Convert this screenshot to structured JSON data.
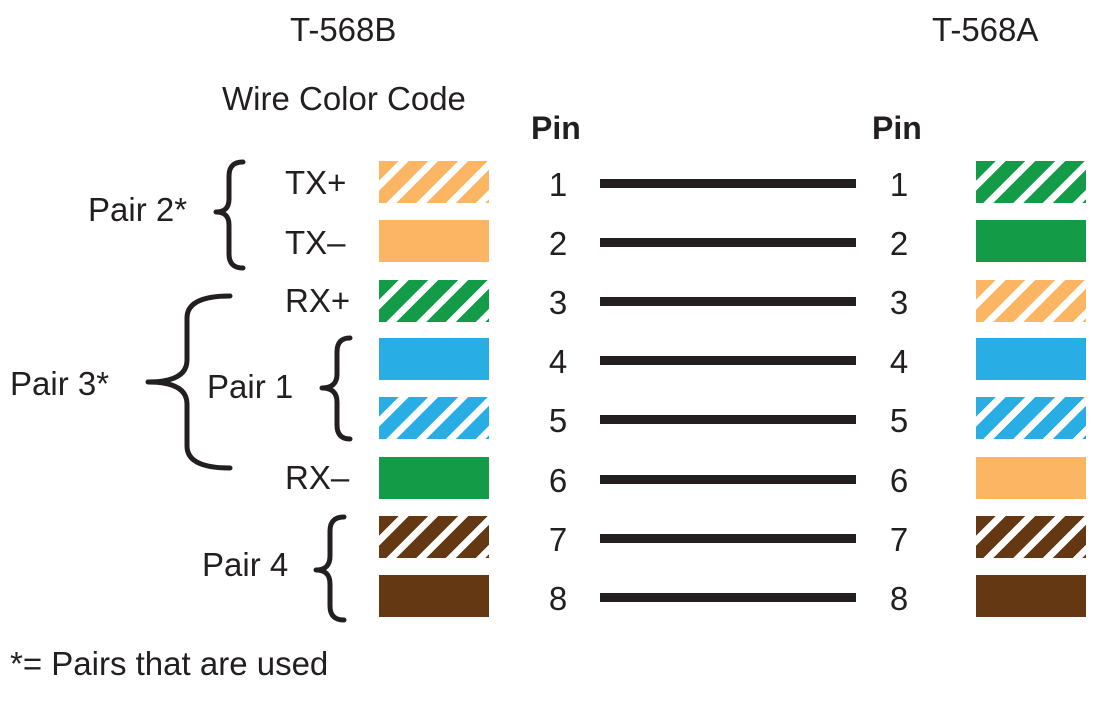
{
  "standards": {
    "left_title": "T-568B",
    "right_title": "T-568A"
  },
  "wire_color_code_label": "Wire Color Code",
  "pin_header": "Pin",
  "pins": [
    "1",
    "2",
    "3",
    "4",
    "5",
    "6",
    "7",
    "8"
  ],
  "signals": {
    "tx_plus": "TX+",
    "tx_minus": "TX–",
    "rx_plus": "RX+",
    "rx_minus": "RX–"
  },
  "pairs": {
    "pair2": "Pair 2*",
    "pair3": "Pair 3*",
    "pair1": "Pair 1",
    "pair4": "Pair 4"
  },
  "footnote": "*= Pairs that are used",
  "colors": {
    "orange": "#fbb563",
    "green": "#149b48",
    "blue": "#28aee4",
    "brown": "#643812",
    "line": "#231f20"
  },
  "t568b_wires": [
    {
      "color": "orange",
      "striped": true
    },
    {
      "color": "orange",
      "striped": false
    },
    {
      "color": "green",
      "striped": true
    },
    {
      "color": "blue",
      "striped": false
    },
    {
      "color": "blue",
      "striped": true
    },
    {
      "color": "green",
      "striped": false
    },
    {
      "color": "brown",
      "striped": true
    },
    {
      "color": "brown",
      "striped": false
    }
  ],
  "t568a_wires": [
    {
      "color": "green",
      "striped": true
    },
    {
      "color": "green",
      "striped": false
    },
    {
      "color": "orange",
      "striped": true
    },
    {
      "color": "blue",
      "striped": false
    },
    {
      "color": "blue",
      "striped": true
    },
    {
      "color": "orange",
      "striped": false
    },
    {
      "color": "brown",
      "striped": true
    },
    {
      "color": "brown",
      "striped": false
    }
  ]
}
